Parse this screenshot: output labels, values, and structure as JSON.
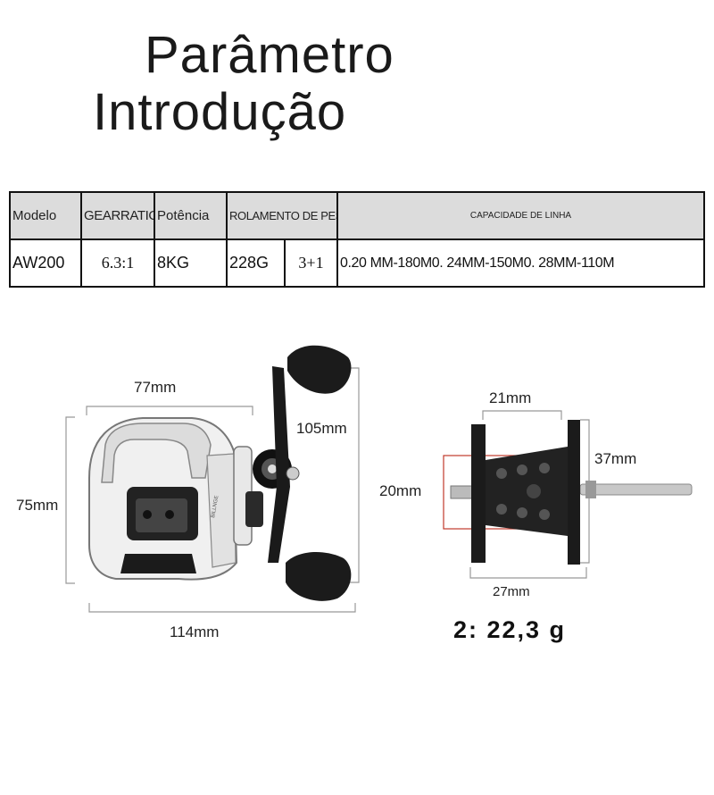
{
  "title": {
    "line1": "Parâmetro",
    "line2": "Introdução"
  },
  "table": {
    "headers": [
      "Modelo",
      "GEARRATIO",
      "Potência",
      "ROLAMENTO DE PESO",
      "CAPACIDADE DE LINHA"
    ],
    "row": [
      "AW200",
      "6.3:1",
      "8KG",
      "228G",
      "3+1",
      "0.20 MM-180M0. 24MM-150M0. 28MM-110M"
    ]
  },
  "dimensions": {
    "reel_width_top": "77mm",
    "handle_height": "105mm",
    "reel_height": "75mm",
    "reel_length": "114mm",
    "spool_width": "21mm",
    "spool_side": "37mm",
    "spool_diameter": "20mm",
    "spool_total": "27mm"
  },
  "spool_weight": "2: 22,3 g",
  "colors": {
    "border": "#111111",
    "header_bg": "#dcdcdc",
    "reel_body": "#f2f2f2",
    "reel_dark": "#1b1b1b",
    "highlight_box": "#c0392b"
  }
}
